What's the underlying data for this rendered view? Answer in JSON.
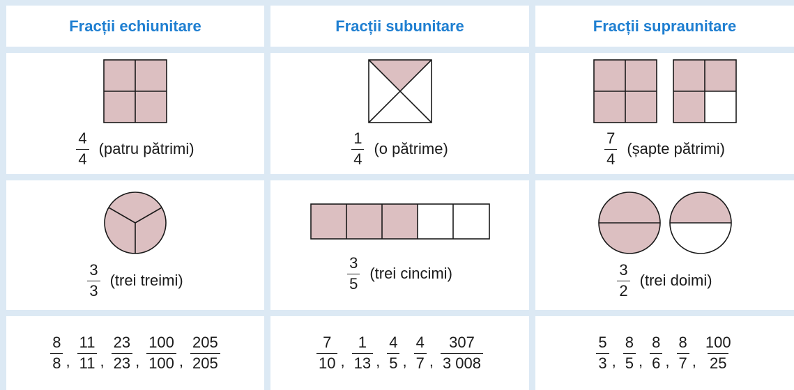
{
  "colors": {
    "accent": "#1f7fd1",
    "shade": "#dcbfc1",
    "panel": "#dce9f4"
  },
  "headers": [
    "Fracții echiunitare",
    "Fracții subunitare",
    "Fracții supraunitare"
  ],
  "row1": [
    {
      "num": "4",
      "den": "4",
      "label": "(patru pătrimi)"
    },
    {
      "num": "1",
      "den": "4",
      "label": "(o pătrime)"
    },
    {
      "num": "7",
      "den": "4",
      "label": "(șapte pătrimi)"
    }
  ],
  "row2": [
    {
      "num": "3",
      "den": "3",
      "label": "(trei treimi)"
    },
    {
      "num": "3",
      "den": "5",
      "label": "(trei cincimi)"
    },
    {
      "num": "3",
      "den": "2",
      "label": "(trei doimi)"
    }
  ],
  "examples": {
    "col1": [
      {
        "n": "8",
        "d": "8"
      },
      {
        "n": "11",
        "d": "11"
      },
      {
        "n": "23",
        "d": "23"
      },
      {
        "n": "100",
        "d": "100"
      },
      {
        "n": "205",
        "d": "205"
      }
    ],
    "col2": [
      {
        "n": "7",
        "d": "10"
      },
      {
        "n": "1",
        "d": "13"
      },
      {
        "n": "4",
        "d": "5"
      },
      {
        "n": "4",
        "d": "7"
      },
      {
        "n": "307",
        "d": "3 008"
      }
    ],
    "col3": [
      {
        "n": "5",
        "d": "3"
      },
      {
        "n": "8",
        "d": "5"
      },
      {
        "n": "8",
        "d": "6"
      },
      {
        "n": "8",
        "d": "7"
      },
      {
        "n": "100",
        "d": "25"
      }
    ],
    "separator": ","
  }
}
